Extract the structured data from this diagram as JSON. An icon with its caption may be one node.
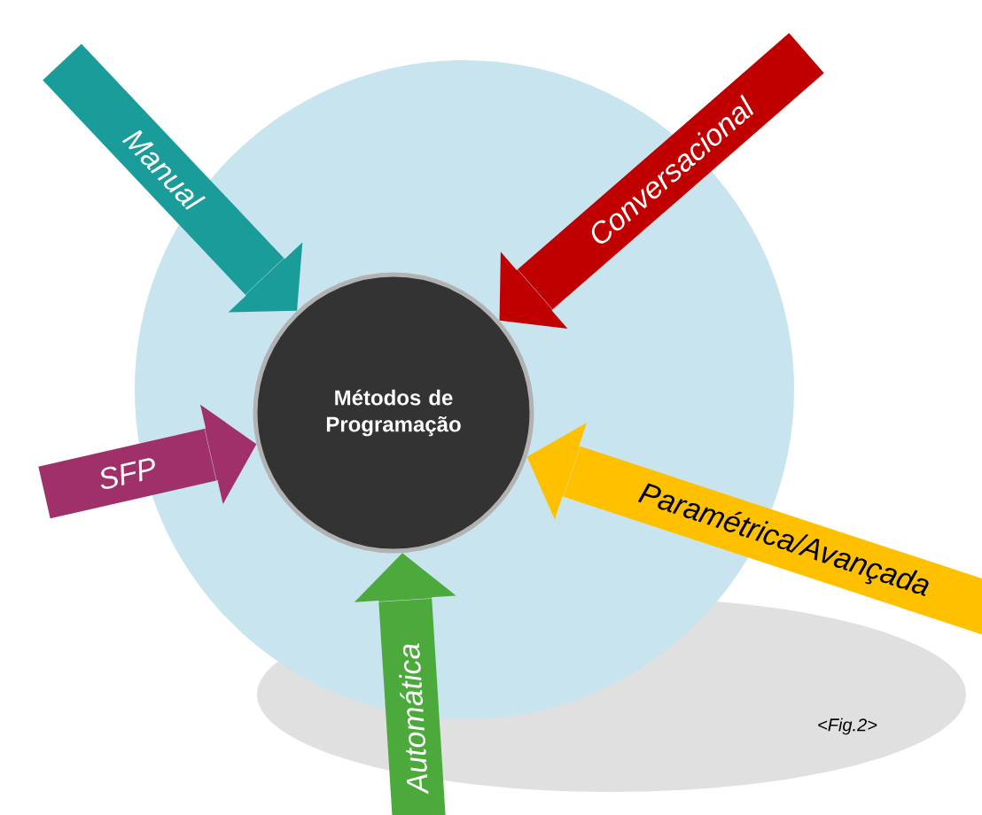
{
  "diagram": {
    "nodes": [
      {
        "text": [
          "Métodos de Programação"
        ]
      },
      {
        "text": [
          "Manual"
        ]
      },
      {
        "text": [
          "Conversacional"
        ]
      },
      {
        "text": [
          "SFP"
        ]
      },
      {
        "text": [
          "Paramétrica/Avançada"
        ]
      },
      {
        "text": [
          "Automática"
        ]
      }
    ],
    "edges": [
      {
        "from": 1,
        "to": 0,
        "arrow": "to",
        "color": "#1a9d9a"
      },
      {
        "from": 2,
        "to": 0,
        "arrow": "to",
        "color": "#c00000"
      },
      {
        "from": 3,
        "to": 0,
        "arrow": "to",
        "color": "#a0306a"
      },
      {
        "from": 4,
        "to": 0,
        "arrow": "to",
        "color": "#ffc000"
      },
      {
        "from": 5,
        "to": 0,
        "arrow": "to",
        "color": "#4caa3c"
      }
    ],
    "labels": [
      "<Fig.2>"
    ]
  }
}
